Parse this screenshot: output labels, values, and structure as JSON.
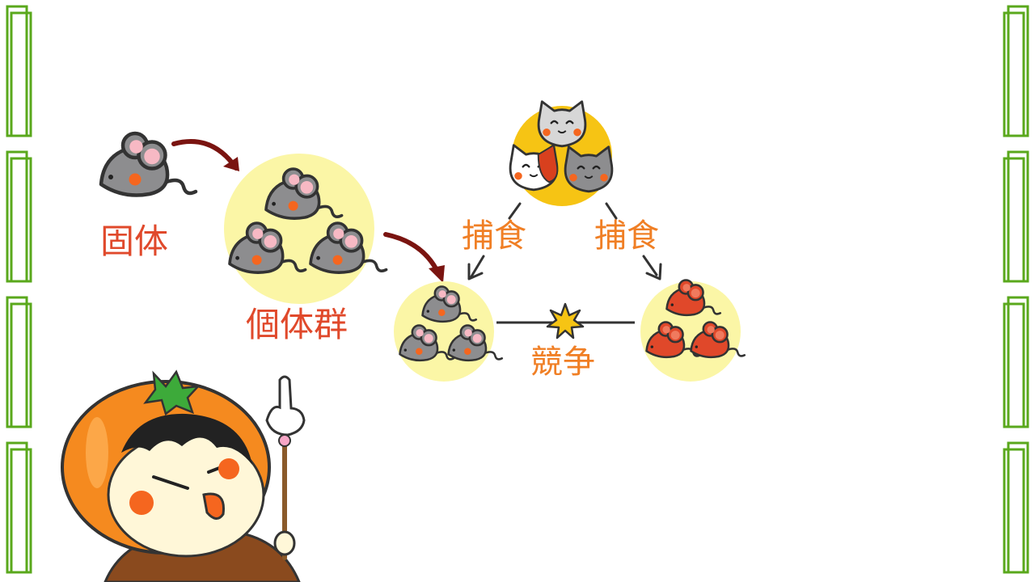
{
  "labels": {
    "individual": "固体",
    "population": "個体群",
    "predation_left": "捕食",
    "predation_right": "捕食",
    "competition": "競争"
  },
  "colors": {
    "frame_green": "#5aa81c",
    "label_red": "#e0492b",
    "label_orange": "#f07f25",
    "pale_yellow": "#fbf6a6",
    "gold": "#f6c414",
    "dark_arrow": "#7a1410",
    "mouse_gray": "#8d8d8f",
    "mouse_red": "#e0482a",
    "ear_pink": "#f7b9c4",
    "cheek_orange": "#f5661f",
    "orange_head": "#f58a1f",
    "leaf_green": "#3daa3a"
  },
  "icons": {
    "individual": "gray-mouse-icon",
    "population": "mouse-group-icon",
    "predators": "cat-group-icon",
    "prey_left": "gray-mouse-group-icon",
    "prey_right": "red-mouse-group-icon",
    "clash": "starburst-icon",
    "mascot": "orange-head-mascot"
  }
}
